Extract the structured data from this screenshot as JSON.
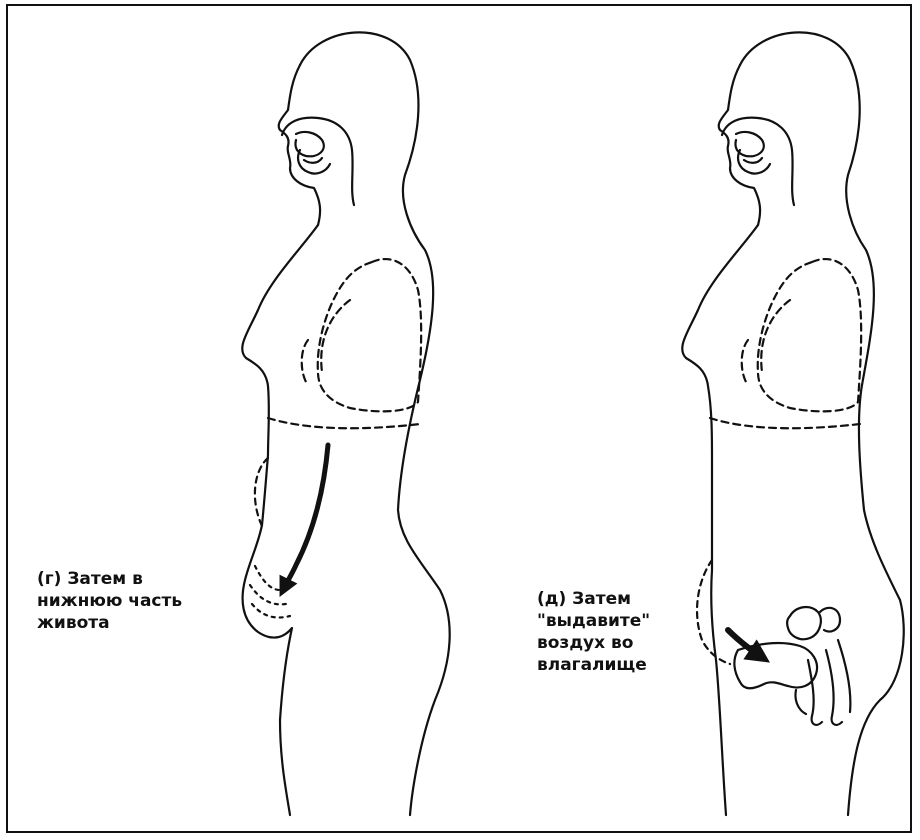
{
  "captions": {
    "g": {
      "line1": "(г) Затем в",
      "line2": "нижнюю часть",
      "line3": "живота"
    },
    "d": {
      "line1": "(д) Затем",
      "line2": "\"выдавите\"",
      "line3": "воздух во",
      "line4": "влагалище"
    }
  },
  "colors": {
    "ink": "#111111",
    "background": "#ffffff"
  }
}
